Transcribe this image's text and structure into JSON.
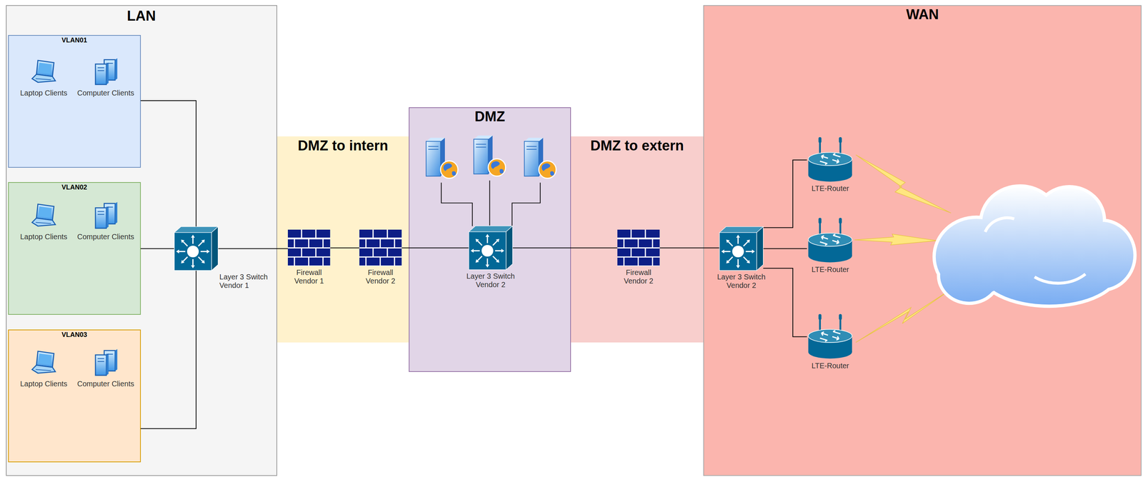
{
  "diagram": {
    "nodes": [
      {
        "text": [
          "LAN"
        ]
      },
      {
        "text": [
          "VLAN01"
        ],
        "in": 0
      },
      {
        "text": [
          "Laptop Clients"
        ],
        "in": 1
      },
      {
        "text": [
          "Computer Clients"
        ],
        "in": 1
      },
      {
        "text": [
          "VLAN02"
        ],
        "in": 0
      },
      {
        "text": [
          "Laptop Clients"
        ],
        "in": 4
      },
      {
        "text": [
          "Computer Clients"
        ],
        "in": 4
      },
      {
        "text": [
          "VLAN03"
        ],
        "in": 0
      },
      {
        "text": [
          "Laptop Clients"
        ],
        "in": 7
      },
      {
        "text": [
          "Computer Clients"
        ],
        "in": 7
      },
      {
        "text": [
          "Layer 3 Switch Vendor 1"
        ],
        "in": 0
      },
      {
        "text": [
          "DMZ to intern"
        ]
      },
      {
        "text": [
          "Firewall Vendor 1"
        ],
        "in": 11
      },
      {
        "text": [
          "Firewall Vendor 2"
        ],
        "in": 11
      },
      {
        "text": [
          "DMZ"
        ]
      },
      {
        "text": [
          "Layer 3 Switch Vendor 2"
        ],
        "in": 14
      },
      {
        "text": [
          "DMZ to extern"
        ]
      },
      {
        "text": [
          "Firewall Vendor 2"
        ],
        "in": 16
      },
      {
        "text": [
          "WAN"
        ]
      },
      {
        "text": [
          "Layer 3 Switch Vendor 2"
        ],
        "in": 18
      },
      {
        "text": [
          "LTE-Router"
        ],
        "in": 18
      },
      {
        "text": [
          "LTE-Router"
        ],
        "in": 18
      },
      {
        "text": [
          "LTE-Router"
        ],
        "in": 18
      }
    ],
    "edges": [
      {
        "from": 1,
        "to": 10,
        "arrow": "none"
      },
      {
        "from": 4,
        "to": 10,
        "arrow": "none"
      },
      {
        "from": 7,
        "to": 10,
        "arrow": "none"
      },
      {
        "from": 10,
        "to": 12,
        "arrow": "none"
      },
      {
        "from": 12,
        "to": 13,
        "arrow": "none"
      },
      {
        "from": 13,
        "to": 15,
        "arrow": "none"
      },
      {
        "from": 15,
        "to": 17,
        "arrow": "none"
      },
      {
        "from": 17,
        "to": 19,
        "arrow": "none"
      },
      {
        "from": 19,
        "to": 20,
        "arrow": "none"
      },
      {
        "from": 19,
        "to": 21,
        "arrow": "none"
      },
      {
        "from": 19,
        "to": 22,
        "arrow": "none"
      }
    ]
  }
}
